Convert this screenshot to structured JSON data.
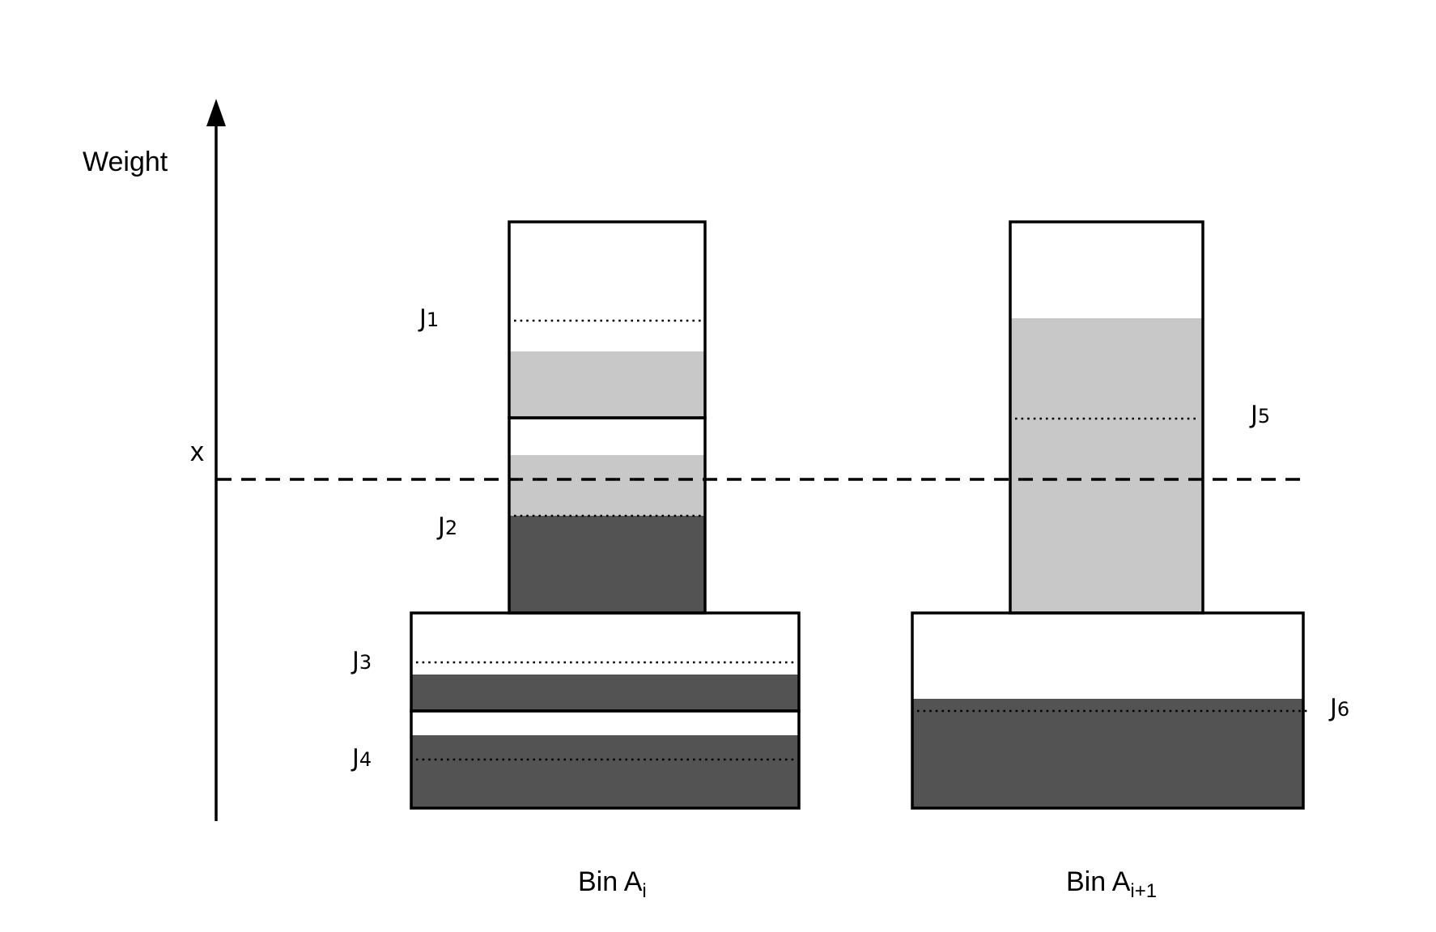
{
  "axis": {
    "ylabel": "Weight",
    "threshold_label": "x"
  },
  "jobs": {
    "j1": {
      "main": "J",
      "sub": "1"
    },
    "j2": {
      "main": "J",
      "sub": "2"
    },
    "j3": {
      "main": "J",
      "sub": "3"
    },
    "j4": {
      "main": "J",
      "sub": "4"
    },
    "j5": {
      "main": "J",
      "sub": "5"
    },
    "j6": {
      "main": "J",
      "sub": "6"
    }
  },
  "bins": [
    {
      "main": "Bin A",
      "sub": "i"
    },
    {
      "main": "Bin A",
      "sub": "i+1"
    }
  ],
  "colors": {
    "light_fill": "#c8c8c8",
    "dark_fill": "#535353",
    "outline": "#000000",
    "background": "#ffffff"
  }
}
